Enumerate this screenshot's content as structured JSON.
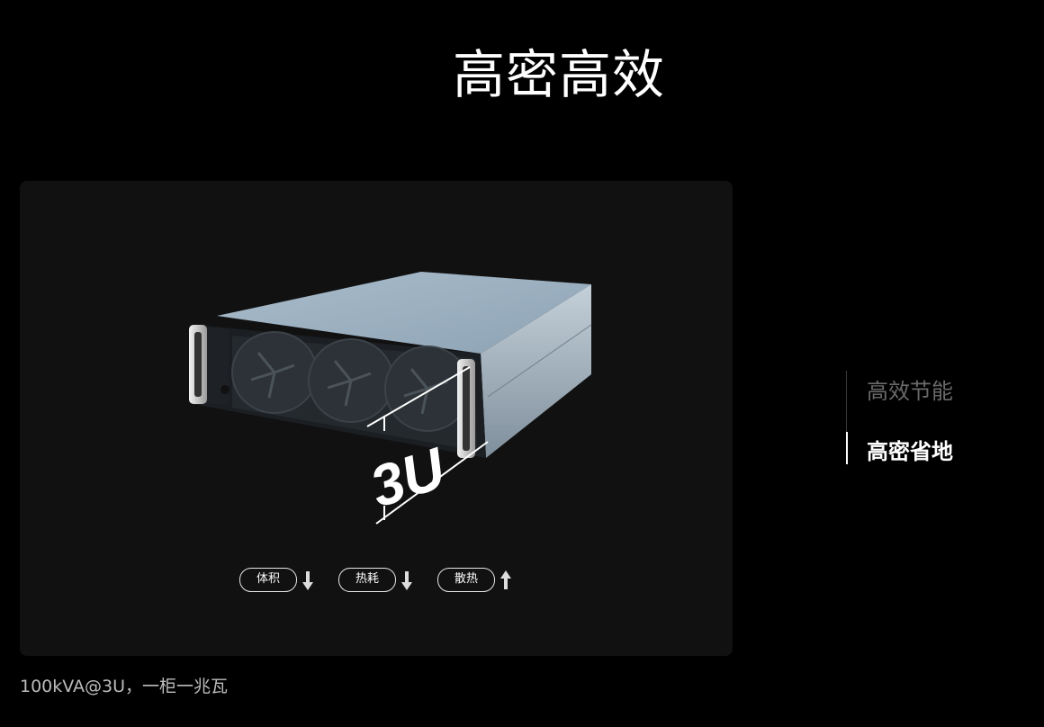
{
  "header": {
    "title": "高密高效"
  },
  "product": {
    "height_label": "3U",
    "badges": [
      {
        "label": "体积",
        "direction": "down",
        "arrow_icon": "arrow-down-icon"
      },
      {
        "label": "热耗",
        "direction": "down",
        "arrow_icon": "arrow-down-icon"
      },
      {
        "label": "散热",
        "direction": "up",
        "arrow_icon": "arrow-up-icon"
      }
    ]
  },
  "caption": "100kVA@3U，一柜一兆瓦",
  "side_nav": {
    "items": [
      {
        "label": "高效节能",
        "active": false
      },
      {
        "label": "高密省地",
        "active": true
      }
    ]
  },
  "colors": {
    "background": "#000000",
    "stage": "#111111",
    "active": "#ffffff",
    "inactive": "#6a6a6a"
  }
}
